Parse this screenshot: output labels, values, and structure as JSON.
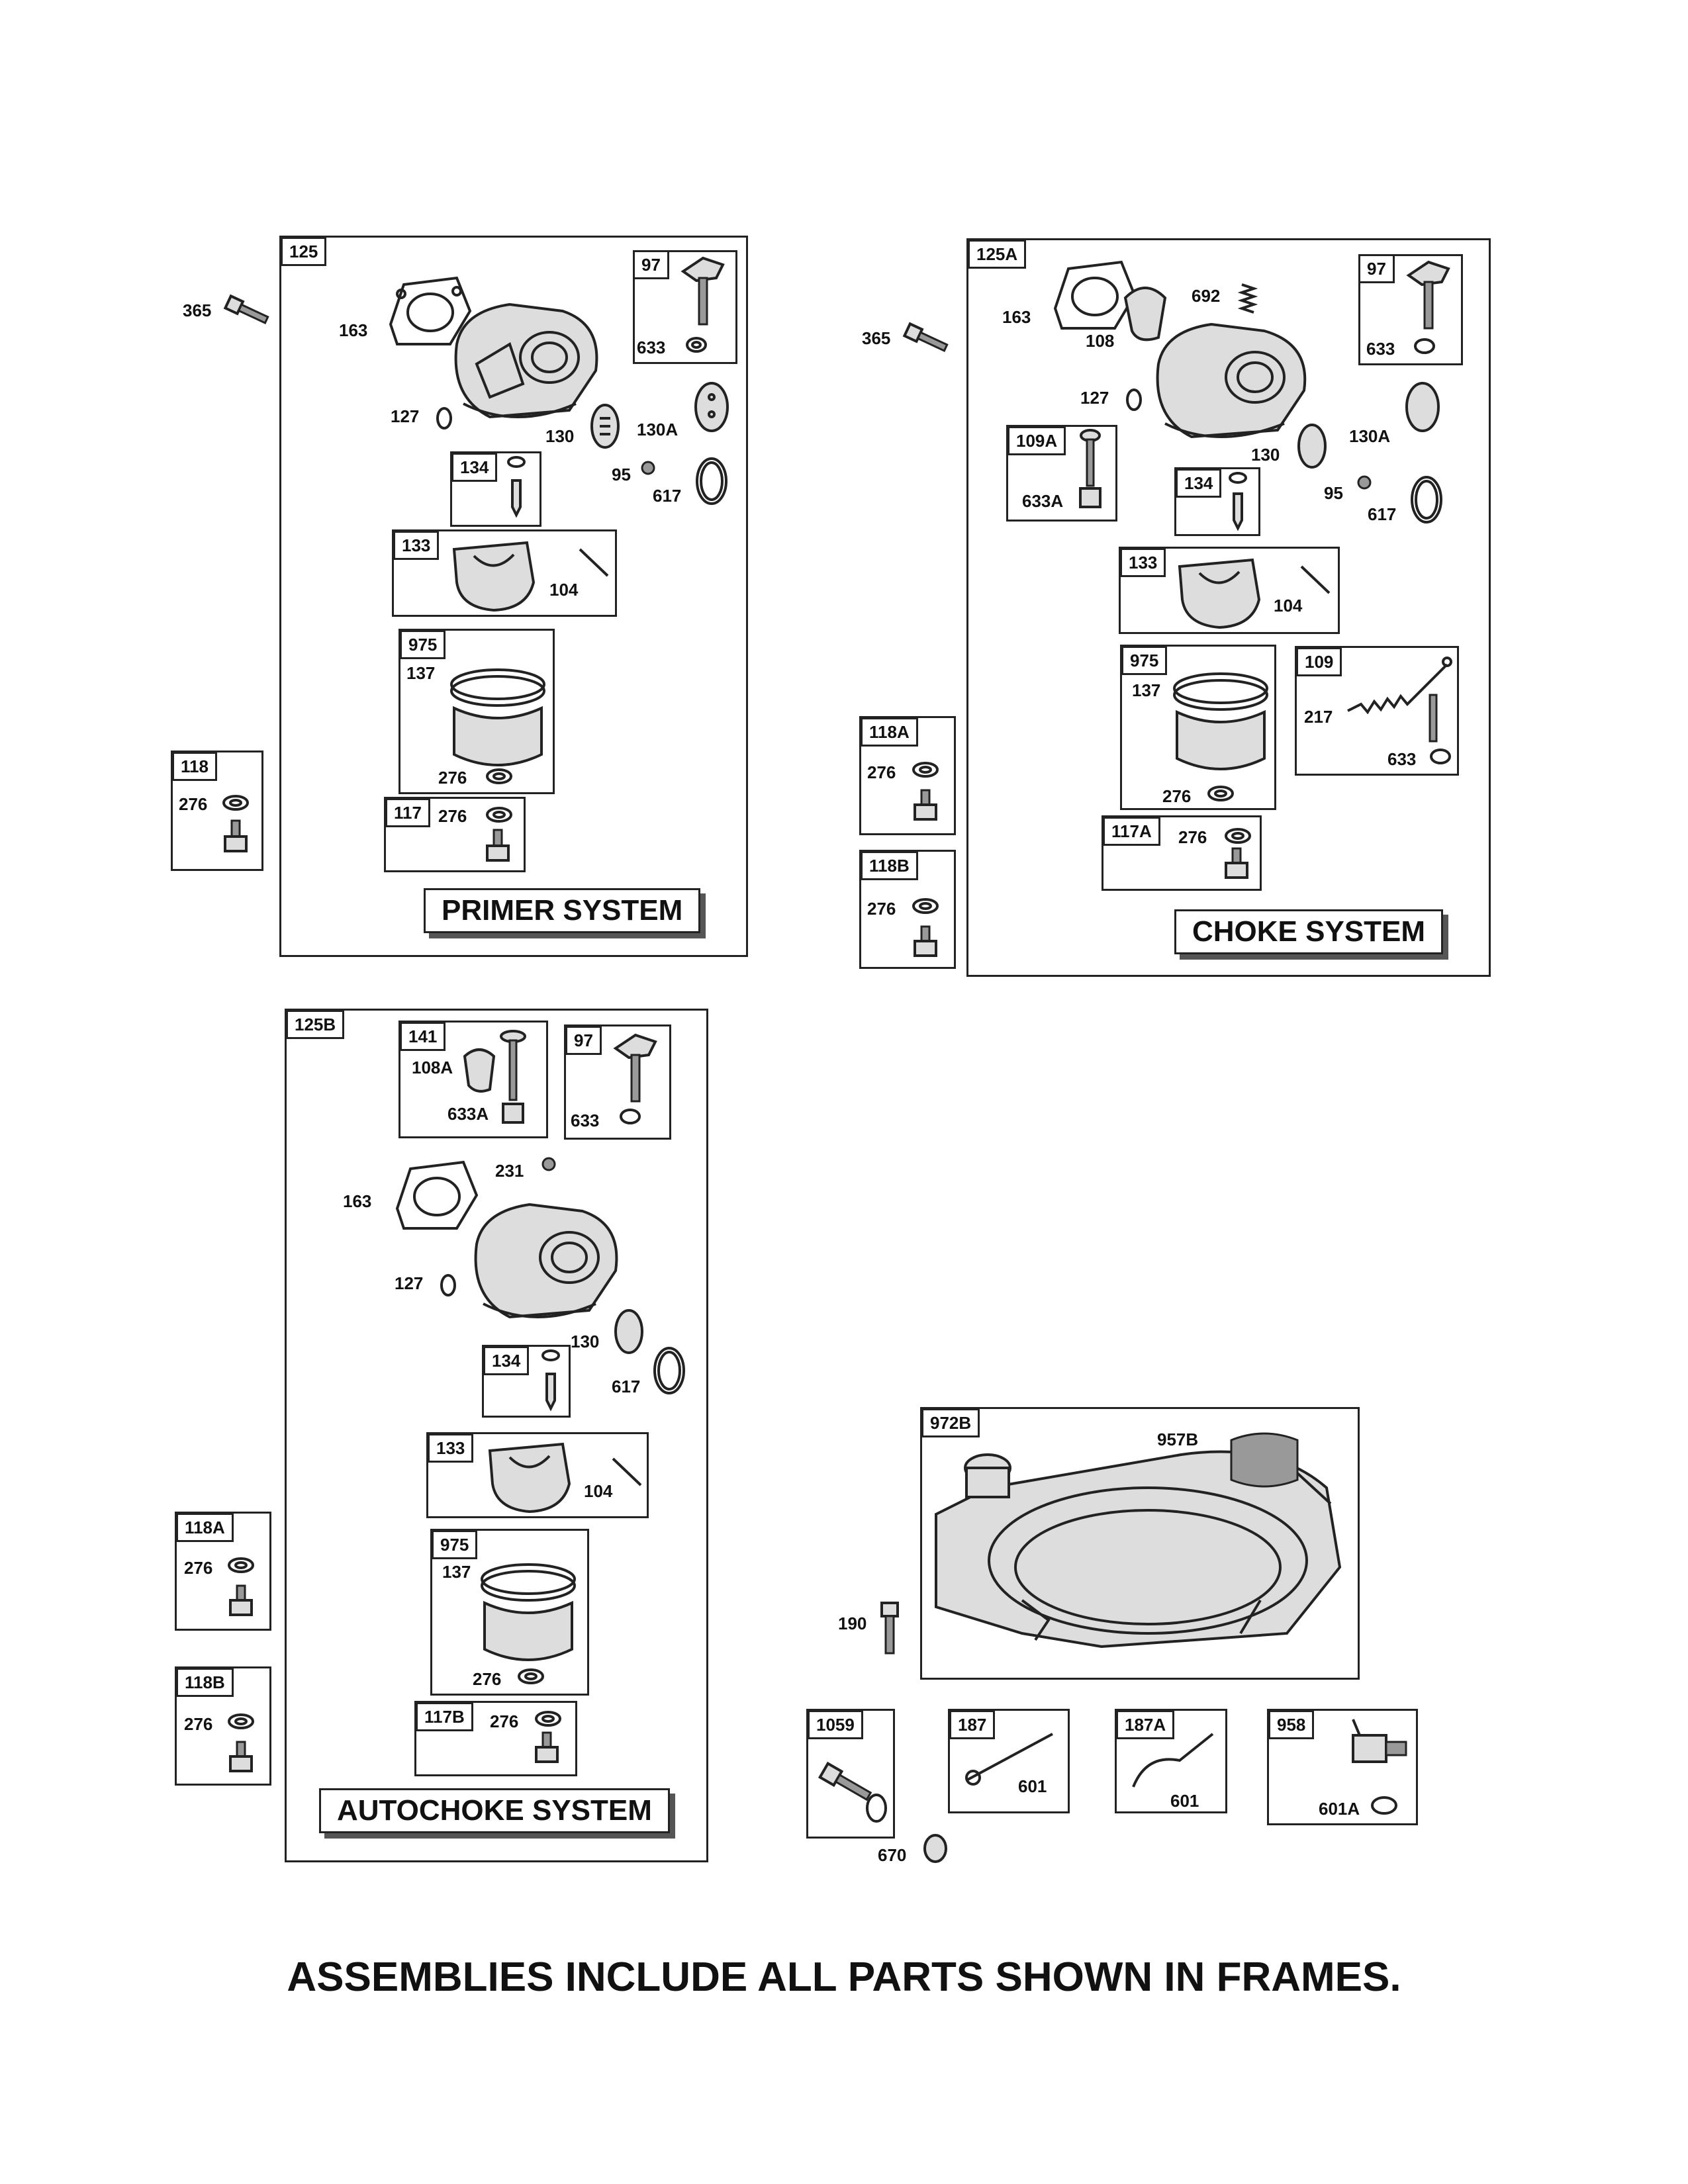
{
  "footer_note": "ASSEMBLIES INCLUDE ALL PARTS SHOWN IN FRAMES.",
  "primer": {
    "frame_label": "125",
    "system_label": "PRIMER SYSTEM",
    "callouts": {
      "c365": "365",
      "c163": "163",
      "c127": "127",
      "c130": "130",
      "c130a": "130A",
      "c95": "95",
      "c617": "617",
      "k97": "97",
      "k97_633": "633",
      "k134": "134",
      "k133": "133",
      "k133_104": "104",
      "k975": "975",
      "k975_137": "137",
      "k975_276": "276",
      "k117": "117",
      "k117_276": "276",
      "k118": "118",
      "k118_276": "276"
    }
  },
  "choke": {
    "frame_label": "125A",
    "system_label": "CHOKE SYSTEM",
    "callouts": {
      "c365": "365",
      "c163": "163",
      "c108": "108",
      "c692": "692",
      "c127": "127",
      "c130": "130",
      "c130a": "130A",
      "c95": "95",
      "c617": "617",
      "k97": "97",
      "k97_633": "633",
      "k109a": "109A",
      "k109a_633a": "633A",
      "k134": "134",
      "k133": "133",
      "k133_104": "104",
      "k975": "975",
      "k975_137": "137",
      "k975_276": "276",
      "k109": "109",
      "k109_217": "217",
      "k109_633": "633",
      "k117a": "117A",
      "k117a_276": "276",
      "k118a": "118A",
      "k118a_276": "276",
      "k118b": "118B",
      "k118b_276": "276"
    }
  },
  "autochoke": {
    "frame_label": "125B",
    "system_label": "AUTOCHOKE SYSTEM",
    "callouts": {
      "k141": "141",
      "k141_108a": "108A",
      "k141_633a": "633A",
      "k97": "97",
      "k97_633": "633",
      "c163": "163",
      "c231": "231",
      "c127": "127",
      "c130": "130",
      "c617": "617",
      "k134": "134",
      "k133": "133",
      "k133_104": "104",
      "k975": "975",
      "k975_137": "137",
      "k975_276": "276",
      "k117b": "117B",
      "k117b_276": "276",
      "k118a": "118A",
      "k118a_276": "276",
      "k118b": "118B",
      "k118b_276": "276"
    }
  },
  "tank": {
    "frame_label": "972B",
    "c957b": "957B",
    "c190": "190",
    "k1059": "1059",
    "c670": "670",
    "k187": "187",
    "k187_601": "601",
    "k187a": "187A",
    "k187a_601": "601",
    "k958": "958",
    "k958_601a": "601A"
  },
  "icons": [
    "carburetor-body",
    "gasket",
    "primer-bulb",
    "float-bowl",
    "float",
    "needle-valve",
    "screw",
    "washer",
    "clip",
    "fuel-tank",
    "fuel-cap",
    "fuel-line",
    "shutoff-valve"
  ]
}
